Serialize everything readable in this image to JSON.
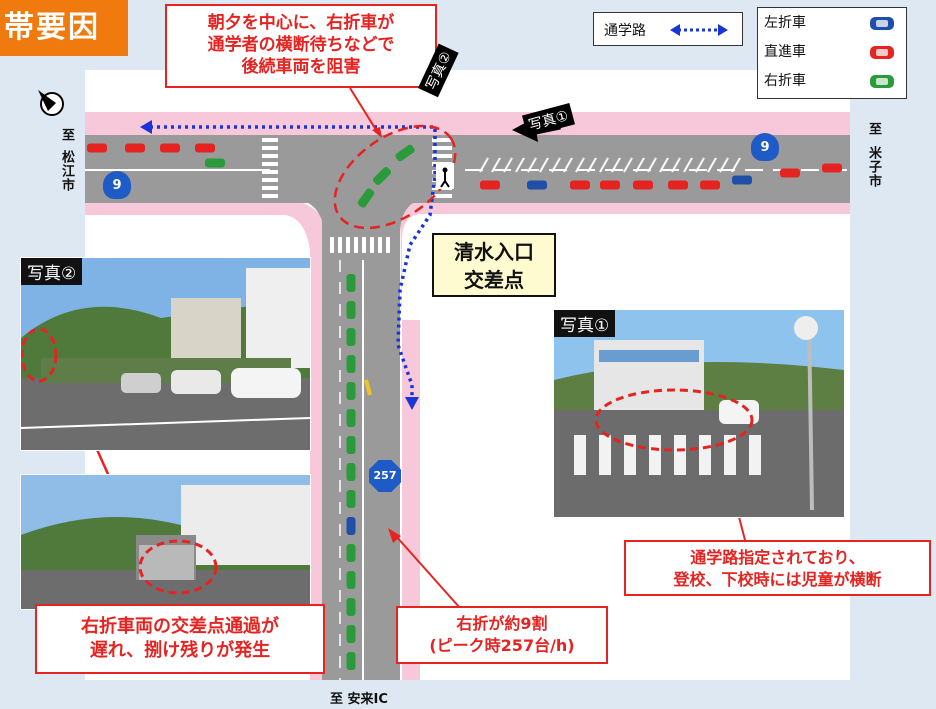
{
  "title": "帯要因",
  "callouts": {
    "top": "朝夕を中心に、右折車が\n通学者の横断待ちなどで\n後続車両を阻害",
    "intersection": "清水入口\n交差点",
    "right_turn_ratio": "右折が約9割\n(ピーク時257台/h)",
    "school_route": "通学路指定されており、\n登校、下校時には児童が横断",
    "delay": "右折車両の交差点通過が\n遅れ、捌け残りが発生"
  },
  "legend": {
    "route_label": "通学路",
    "items": [
      {
        "label": "左折車",
        "color": "#1f4fa8"
      },
      {
        "label": "直進車",
        "color": "#e52421"
      },
      {
        "label": "右折車",
        "color": "#2a9a3a"
      }
    ]
  },
  "directions": {
    "left_to": "至",
    "left_city": "松江市",
    "right_to": "至",
    "right_city": "米子市",
    "bottom": "至 安来IC"
  },
  "route_signs": {
    "national": "9",
    "prefectural": "257"
  },
  "photos": {
    "photo1": "写真①",
    "photo2": "写真②",
    "marker1": "写真①",
    "marker2": "写真②"
  },
  "colors": {
    "accent": "#f07a0e",
    "callout": "#e52421",
    "route": "#1a35d6",
    "sidewalk": "#f6c8d9",
    "road": "#9a9a9a"
  }
}
